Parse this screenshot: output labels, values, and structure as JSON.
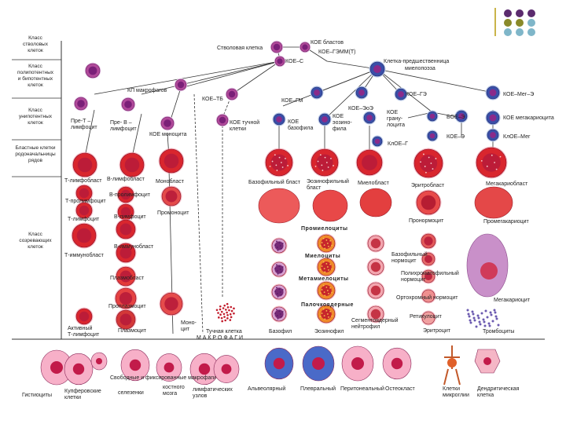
{
  "deco": {
    "dot_colors": [
      "#5b2b6e",
      "#5b2b6e",
      "#5b2b6e",
      "#8a8a2a",
      "#8a8a2a",
      "#7fb6c9",
      "#7fb6c9",
      "#7fb6c9",
      "#7fb6c9"
    ],
    "bar_color": "#c9b44a"
  },
  "classes": [
    {
      "id": "c1",
      "lines": [
        "Класс",
        "стволовых",
        "клеток"
      ]
    },
    {
      "id": "c2",
      "lines": [
        "Класс",
        "полипотентных",
        "и бипотентных",
        "клеток"
      ]
    },
    {
      "id": "c3",
      "lines": [
        "Класс",
        "унипотентных",
        "клеток"
      ]
    },
    {
      "id": "c4",
      "lines": [
        "Бластные клетки",
        "родоначальницы",
        "рядов"
      ]
    },
    {
      "id": "c5",
      "lines": [
        "Класс",
        "созревающих",
        "клеток"
      ]
    }
  ],
  "labels": {
    "stem": "Стволовая клетка",
    "koe_blasts": "КОЕ бластов",
    "koe_gemm": "КОЕ–ГЭММ(Т)",
    "koe_s": "КОЕ–С",
    "myelo_precursor_1": "Клетка-предшественница",
    "myelo_precursor_2": "миелопоэза",
    "kp_macro": "КП макрофагов",
    "koe_tb": "КОЕ–ТБ",
    "koe_gm": "КОЕ–ГМ",
    "koe_eoe": "КОЕ–ЭоЭ",
    "koe_ge": "КОЕ–ГЭ",
    "koe_meg_e": "КОЕ–Мег–Э",
    "pre_t": [
      "Пре-Т –",
      "лимфоцит"
    ],
    "pre_b": [
      "Пре- В –",
      "лимфоцит"
    ],
    "koe_mono": "КОЕ моноцита",
    "koe_mast": [
      "КОЕ тучной",
      "клетки"
    ],
    "koe_baso": [
      "КОЕ",
      "базофила"
    ],
    "koe_eos": [
      "КОЕ",
      "эозино-",
      "фила"
    ],
    "koe_gran": [
      "КОЕ",
      "грану-",
      "лоцита"
    ],
    "boe_e": "БОЕ–Э",
    "koe_megakaryo": "КОЕ мегакариоцита",
    "koe_g": "КлОЕ–Г",
    "koe_e": "КОЕ–Э",
    "koe_meg": "КлОЕ–Мег",
    "t_lymphoblast": "Т-лимфобласт",
    "t_prolymph": "Т-пролимфоцит",
    "t_lymph": "Т-лимфоцит",
    "t_immunoblast": "Т-иммунобласт",
    "t_active": [
      "Активный",
      "Т-лимфоцит"
    ],
    "b_lymphoblast": "В-лимфобласт",
    "b_prolymph": "В-пролимфоцит",
    "b_lymph": "В-лимфоцит",
    "b_immunoblast": "В-иммунобласт",
    "plasmoblast": "Плазмобласт",
    "proplasmo": "Проплазмоцит",
    "plasmocyte": "Плазмоцит",
    "monoblast": "Монобласт",
    "promonocyte": "Промоноцит",
    "monocyte": [
      "Моно-",
      "цит"
    ],
    "mast_cell": "Тучная клетка",
    "baso_blast": "Базофильный бласт",
    "eos_blast": [
      "Эозинофильный",
      "бласт"
    ],
    "myeloblast": "Миелобласт",
    "erythroblast": "Эритробласт",
    "megakaryoblast": "Мегакариобласт",
    "pronormocyte": "Пронормоцит",
    "promegakaryo": "Промегакариоцит",
    "promyelocytes": "Промиелоциты",
    "myelocytes": "Миелоциты",
    "metamyelocytes": "Метамиелоциты",
    "band": "Палочкоядерные",
    "baso_normo": [
      "Базофильный",
      "нормоцит"
    ],
    "poly_normo": [
      "Полихроматофильный",
      "нормоцит"
    ],
    "ortho_normo": "Ортохромный нормоцит",
    "reticulocyte": "Ретикулоцит",
    "megakaryocyte": "Мегакариоцит",
    "basophil": "Базофил",
    "eosinophil": "Эозинофил",
    "segmented": [
      "Сегментоядерный",
      "нейтрофил"
    ],
    "erythrocyte": "Эритроцит",
    "thrombocytes": "Тромбоциты",
    "macrophages_banner": "М А К Р О Ф А Г И",
    "histiocytes": "Гистиоциты",
    "kupffer": [
      "Купферовские",
      "клетки"
    ],
    "free_fixed": "Свободные и фиксированные макрофаги",
    "spleen": "селезенки",
    "bone_marrow": [
      "костного",
      "мозга"
    ],
    "lymph_nodes": [
      "лимфатических",
      "узлов"
    ],
    "alveolar": "Альвеолярный",
    "pleural": "Плевральный",
    "peritoneal": "Перитонеальный",
    "osteoclast": "Остеокласт",
    "microglia": [
      "Клетки",
      "микроглии"
    ],
    "dendritic": [
      "Дендритическая",
      "клетка"
    ]
  }
}
